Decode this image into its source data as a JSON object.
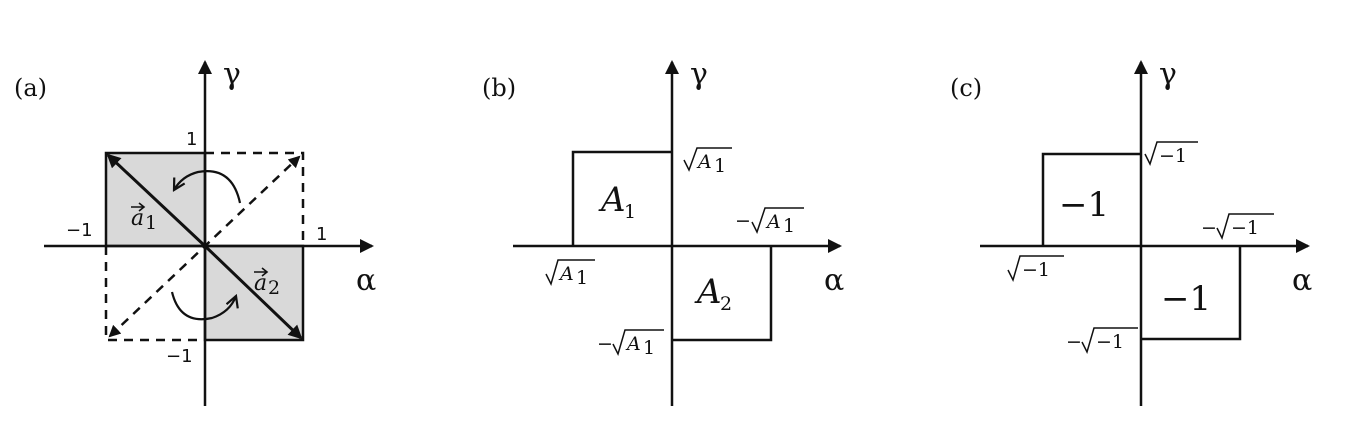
{
  "panel_a": {
    "label": "(a)",
    "x_axis": "α",
    "y_axis": "γ",
    "tick_top": "1",
    "tick_left": "−1",
    "tick_right": "1",
    "tick_bottom": "−1",
    "vector_1": "a",
    "vector_1_sub": "1",
    "vector_2": "a",
    "vector_2_sub": "2",
    "fill_color": "#d9d9d9"
  },
  "panel_b": {
    "label": "(b)",
    "x_axis": "α",
    "y_axis": "γ",
    "region_1": "A",
    "region_1_sub": "1",
    "region_2": "A",
    "region_2_sub": "2",
    "label_top_var": "A",
    "label_top_sub": "1",
    "label_right_sign": "−",
    "label_right_var": "A",
    "label_right_sub": "1",
    "label_left_var": "A",
    "label_left_sub": "1",
    "label_bottom_sign": "−",
    "label_bottom_var": "A",
    "label_bottom_sub": "1"
  },
  "panel_c": {
    "label": "(c)",
    "x_axis": "α",
    "y_axis": "γ",
    "region_1": "−1",
    "region_2": "−1",
    "label_top": "−1",
    "label_right_sign": "−",
    "label_right": "−1",
    "label_left": "−1",
    "label_bottom_sign": "−",
    "label_bottom": "−1"
  }
}
